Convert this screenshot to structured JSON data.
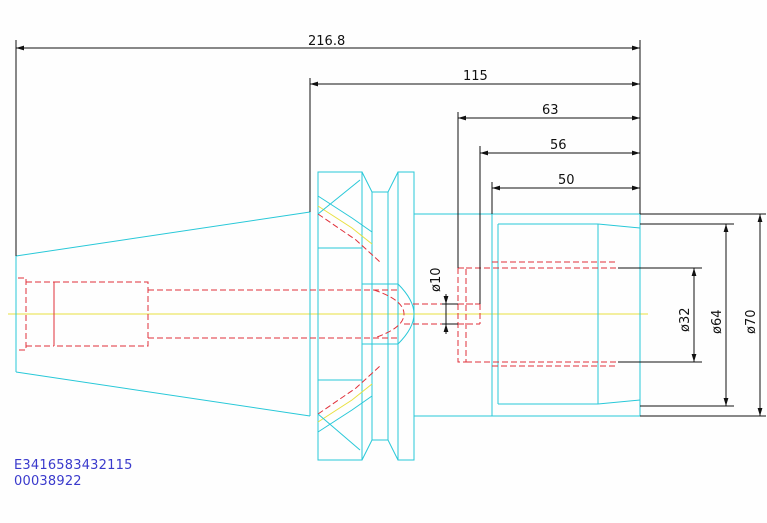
{
  "drawing": {
    "colors": {
      "outline": "#28c8d8",
      "hidden": "#e0303a",
      "centerline": "#e8e040",
      "dimension": "#111111",
      "code_text": "#3a3acc"
    },
    "dimensions": {
      "overall_length": "216.8",
      "length_115": "115",
      "length_63": "63",
      "length_56": "56",
      "length_50": "50",
      "dia_10": "ø10",
      "dia_32": "ø32",
      "dia_64": "ø64",
      "dia_70": "ø70"
    },
    "codes": {
      "line1": "E3416583432115",
      "line2": "00038922"
    }
  }
}
